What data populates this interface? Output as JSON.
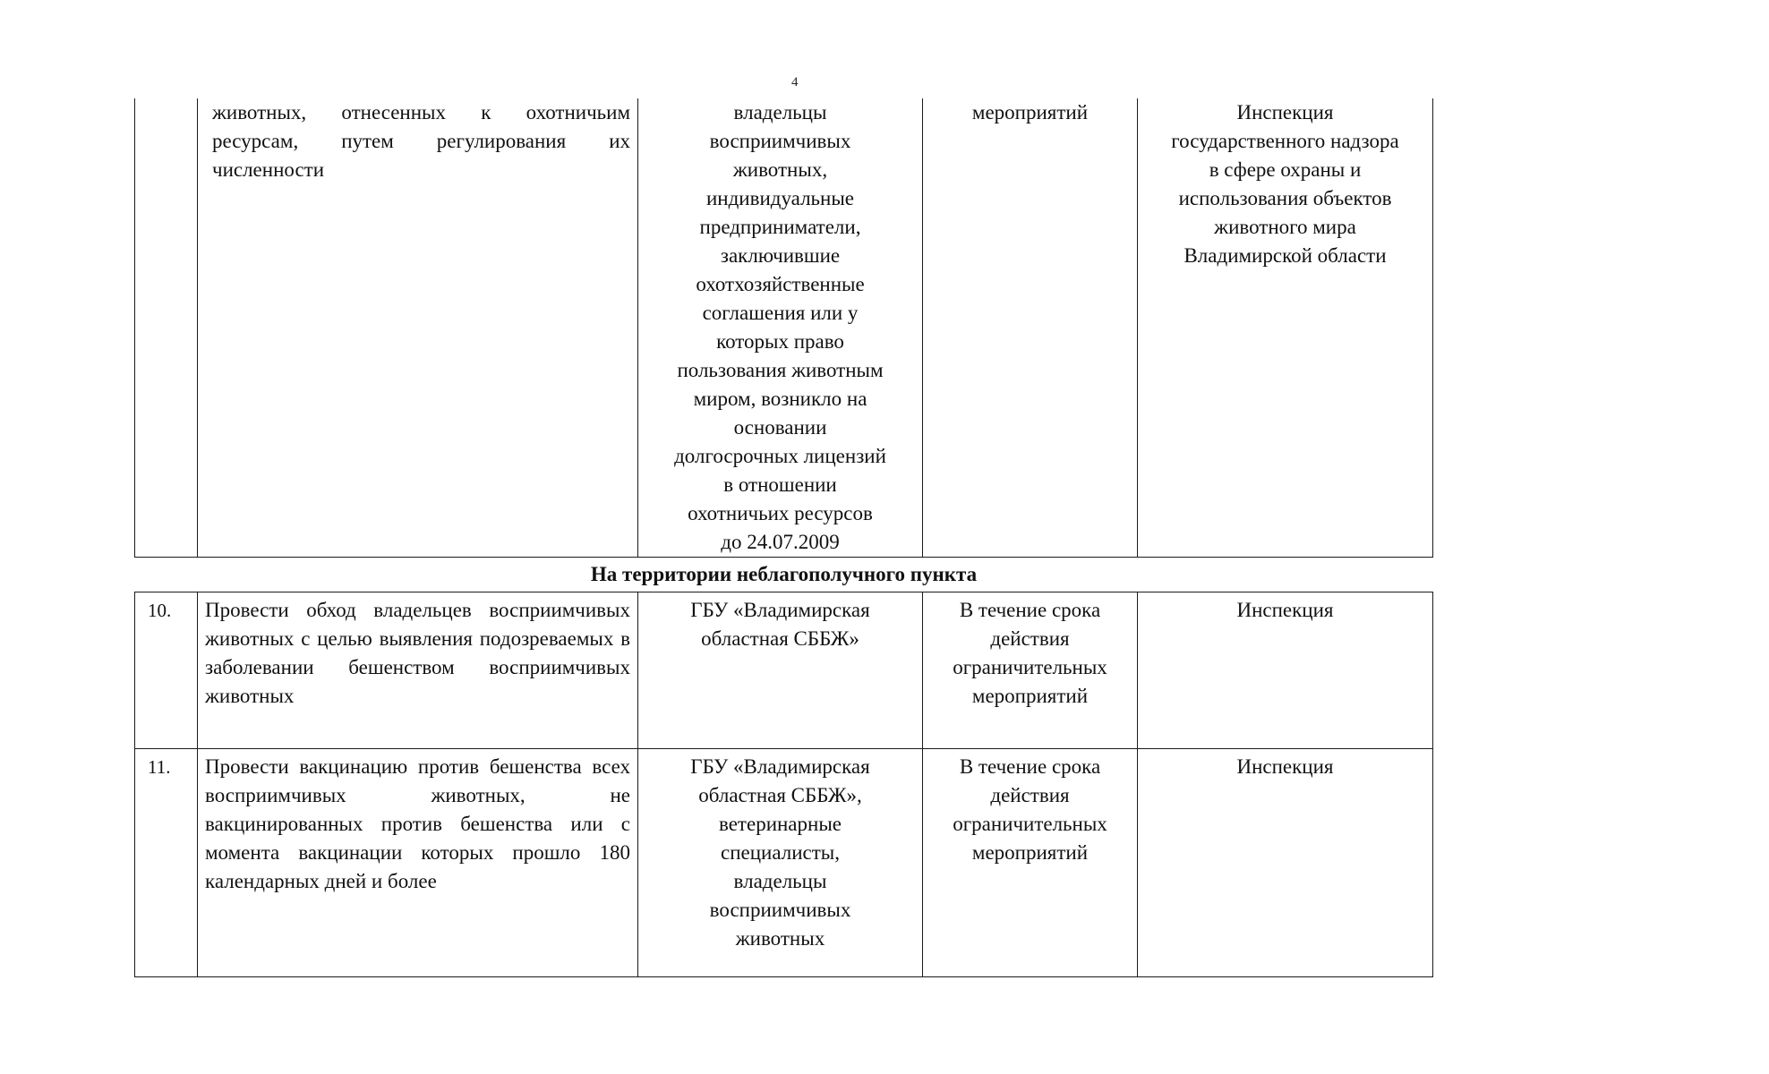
{
  "page": {
    "number": "4"
  },
  "table": {
    "rows": [
      {
        "id": "row-9-continued",
        "num": "",
        "action": "животных, отнесенных к охотничьим ресурсам, путем регулирования их численности",
        "responsible_lines": [
          "владельцы",
          "восприимчивых",
          "животных,",
          "индивидуальные",
          "предприниматели,",
          "заключившие",
          "охотхозяйственные",
          "соглашения или у",
          "которых право",
          "пользования животным",
          "миром, возникло на",
          "основании",
          "долгосрочных лицензий",
          "в отношении",
          "охотничьих ресурсов",
          "до 24.07.2009"
        ],
        "term": "мероприятий",
        "control_lines": [
          "Инспекция",
          "государственного надзора",
          "в сфере охраны и",
          "использования объектов",
          "животного мира",
          "Владимирской области"
        ]
      }
    ],
    "section_heading": "На территории неблагополучного пункта",
    "row10": {
      "num": "10.",
      "action": "Провести обход владельцев восприимчивых животных с целью выявления подозреваемых в заболевании бешенством восприимчивых животных",
      "responsible_lines": [
        "ГБУ «Владимирская",
        "областная СББЖ»"
      ],
      "term_lines": [
        "В течение срока",
        "действия",
        "ограничительных",
        "мероприятий"
      ],
      "control": "Инспекция"
    },
    "row11": {
      "num": "11.",
      "action": "Провести вакцинацию против бешенства всех восприимчивых животных, не вакцинированных против бешенства или с момента вакцинации которых прошло 180 календарных дней и более",
      "responsible_lines": [
        "ГБУ «Владимирская",
        "областная СББЖ»,",
        "ветеринарные",
        "специалисты,",
        "владельцы",
        "восприимчивых",
        "животных"
      ],
      "term_lines": [
        "В течение срока",
        "действия",
        "ограничительных",
        "мероприятий"
      ],
      "control": "Инспекция"
    }
  }
}
